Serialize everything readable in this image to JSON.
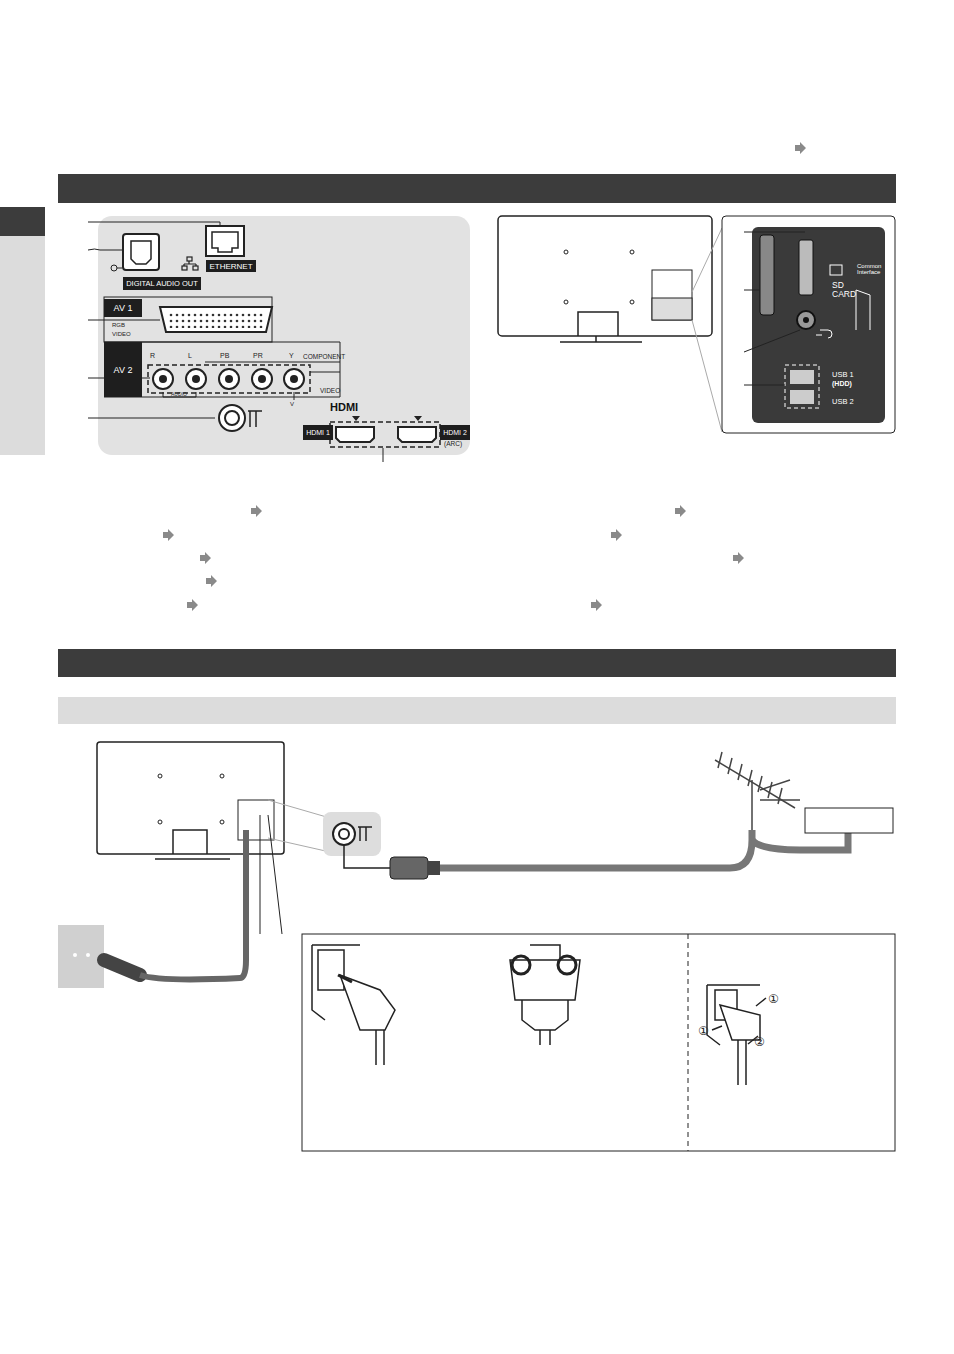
{
  "diagram": {
    "nodes": [
      {
        "text": [
          "ETHERNET"
        ]
      },
      {
        "text": [
          "DIGITAL AUDIO OUT"
        ]
      },
      {
        "text": [
          "AV 1"
        ]
      },
      {
        "text": [
          "AV 2"
        ]
      },
      {
        "text": [
          "HDMI 1"
        ]
      },
      {
        "text": [
          "HDMI 2"
        ]
      }
    ],
    "labels": [
      "RGB",
      "VIDEO",
      "R",
      "L",
      "PB",
      "PR",
      "Y",
      "COMPONENT",
      "VIDEO",
      "AUDIO",
      "V",
      "HDMI",
      "(ARC)",
      "Common Interface",
      "SD CARD",
      "USB 1",
      "(HDD)",
      "USB 2"
    ]
  }
}
